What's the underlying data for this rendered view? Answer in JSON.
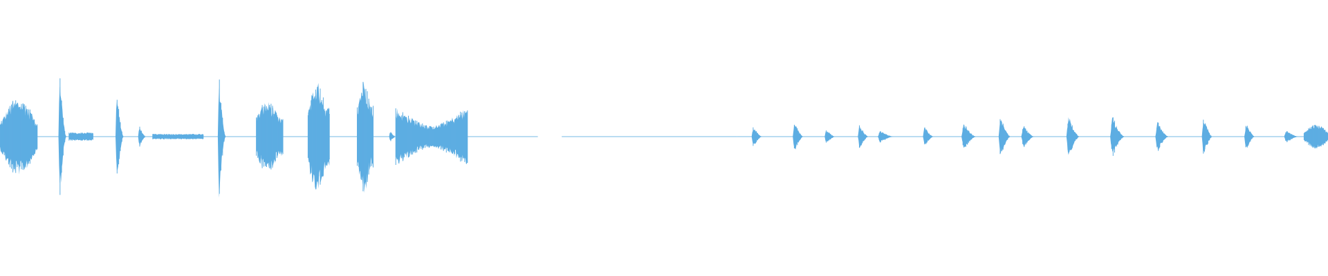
{
  "waveform": {
    "color": "#5dade2",
    "background": "#ffffff",
    "duration_fraction_total": 1.0,
    "bursts": [
      {
        "id": "b01",
        "start": 0.0,
        "end": 0.028,
        "amp": 0.28,
        "shape": "swell"
      },
      {
        "id": "b02",
        "start": 0.044,
        "end": 0.05,
        "amp": 0.5,
        "shape": "spike"
      },
      {
        "id": "b03",
        "start": 0.052,
        "end": 0.07,
        "amp": 0.03,
        "shape": "flat"
      },
      {
        "id": "b04",
        "start": 0.087,
        "end": 0.093,
        "amp": 0.4,
        "shape": "spike"
      },
      {
        "id": "b05",
        "start": 0.104,
        "end": 0.11,
        "amp": 0.08,
        "shape": "spike"
      },
      {
        "id": "b06",
        "start": 0.115,
        "end": 0.153,
        "amp": 0.02,
        "shape": "flat"
      },
      {
        "id": "b07",
        "start": 0.164,
        "end": 0.17,
        "amp": 0.48,
        "shape": "spike"
      },
      {
        "id": "b08",
        "start": 0.193,
        "end": 0.213,
        "amp": 0.26,
        "shape": "block"
      },
      {
        "id": "b09",
        "start": 0.232,
        "end": 0.248,
        "amp": 0.4,
        "shape": "block"
      },
      {
        "id": "b10",
        "start": 0.269,
        "end": 0.281,
        "amp": 0.42,
        "shape": "block"
      },
      {
        "id": "b11",
        "start": 0.293,
        "end": 0.298,
        "amp": 0.05,
        "shape": "spike"
      },
      {
        "id": "b12",
        "start": 0.298,
        "end": 0.352,
        "amp": 0.22,
        "shape": "bowl"
      },
      {
        "id": "b13",
        "start": 0.566,
        "end": 0.574,
        "amp": 0.08,
        "shape": "spike"
      },
      {
        "id": "b14",
        "start": 0.597,
        "end": 0.605,
        "amp": 0.12,
        "shape": "spike"
      },
      {
        "id": "b15",
        "start": 0.621,
        "end": 0.629,
        "amp": 0.06,
        "shape": "spike"
      },
      {
        "id": "b16",
        "start": 0.646,
        "end": 0.654,
        "amp": 0.1,
        "shape": "spike"
      },
      {
        "id": "b17",
        "start": 0.661,
        "end": 0.673,
        "amp": 0.05,
        "shape": "spike"
      },
      {
        "id": "b18",
        "start": 0.695,
        "end": 0.703,
        "amp": 0.08,
        "shape": "spike"
      },
      {
        "id": "b19",
        "start": 0.724,
        "end": 0.735,
        "amp": 0.11,
        "shape": "spike"
      },
      {
        "id": "b20",
        "start": 0.752,
        "end": 0.761,
        "amp": 0.16,
        "shape": "spike"
      },
      {
        "id": "b21",
        "start": 0.769,
        "end": 0.779,
        "amp": 0.09,
        "shape": "spike"
      },
      {
        "id": "b22",
        "start": 0.803,
        "end": 0.813,
        "amp": 0.17,
        "shape": "spike"
      },
      {
        "id": "b23",
        "start": 0.836,
        "end": 0.847,
        "amp": 0.16,
        "shape": "spike"
      },
      {
        "id": "b24",
        "start": 0.87,
        "end": 0.88,
        "amp": 0.12,
        "shape": "spike"
      },
      {
        "id": "b25",
        "start": 0.905,
        "end": 0.913,
        "amp": 0.16,
        "shape": "spike"
      },
      {
        "id": "b26",
        "start": 0.937,
        "end": 0.945,
        "amp": 0.11,
        "shape": "spike"
      },
      {
        "id": "b27",
        "start": 0.967,
        "end": 0.978,
        "amp": 0.05,
        "shape": "spike"
      },
      {
        "id": "b28",
        "start": 0.982,
        "end": 1.0,
        "amp": 0.09,
        "shape": "swell"
      }
    ],
    "baseline_segments": [
      {
        "start": 0.0,
        "end": 0.405,
        "amp": 0.004
      },
      {
        "start": 0.423,
        "end": 0.555,
        "amp": 0.003
      },
      {
        "start": 0.555,
        "end": 1.0,
        "amp": 0.004
      }
    ]
  }
}
